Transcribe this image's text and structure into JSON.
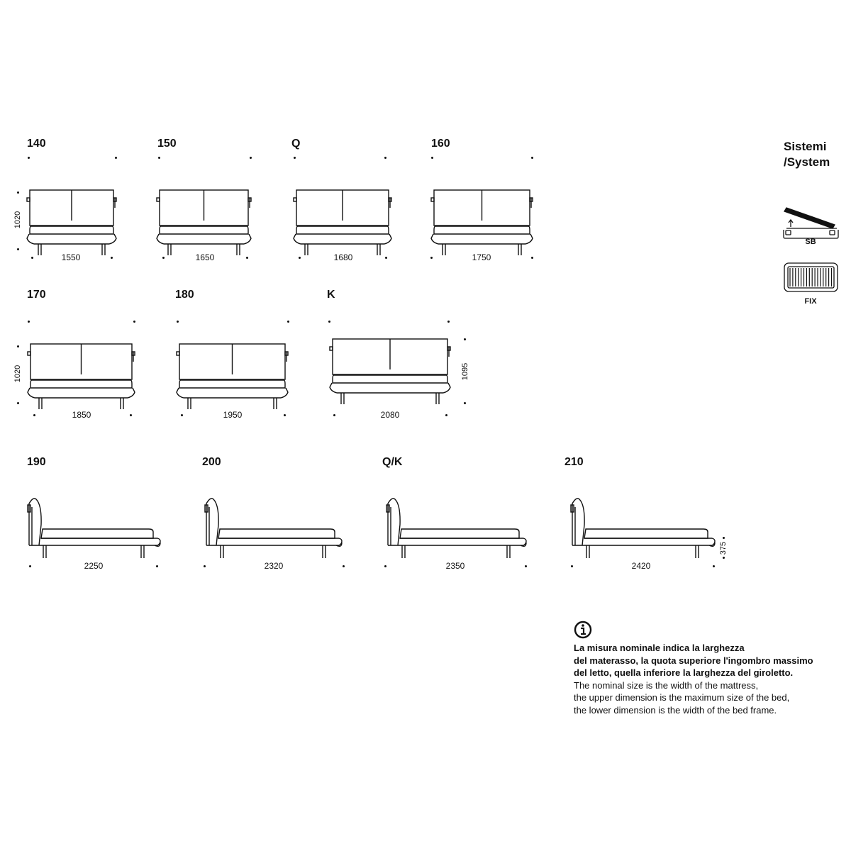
{
  "front_views": [
    {
      "label": "140",
      "width_dim": "1550",
      "height_dim": "1020"
    },
    {
      "label": "150",
      "width_dim": "1650"
    },
    {
      "label": "Q",
      "width_dim": "1680"
    },
    {
      "label": "160",
      "width_dim": "1750"
    },
    {
      "label": "170",
      "width_dim": "1850",
      "height_dim": "1020"
    },
    {
      "label": "180",
      "width_dim": "1950"
    },
    {
      "label": "K",
      "width_dim": "2080",
      "height_dim": "1095"
    }
  ],
  "side_views": [
    {
      "label": "190",
      "length_dim": "2250"
    },
    {
      "label": "200",
      "length_dim": "2320"
    },
    {
      "label": "Q/K",
      "length_dim": "2350"
    },
    {
      "label": "210",
      "length_dim": "2420",
      "frame_height_dim": "375"
    }
  ],
  "systems": {
    "title_line1": "Sistemi",
    "title_line2": "/System",
    "items": [
      {
        "code": "SB",
        "icon": "storage-bed-lift-icon"
      },
      {
        "code": "FIX",
        "icon": "fixed-slat-base-icon"
      }
    ]
  },
  "note": {
    "icon": "info-icon",
    "it_lines": [
      "La misura nominale indica la larghezza",
      "del materasso, la quota superiore l'ingombro massimo",
      "del letto, quella inferiore la larghezza del giroletto."
    ],
    "en_lines": [
      "The nominal size is the width of the mattress,",
      "the upper dimension is the maximum size of the bed,",
      "the lower dimension is the width of the bed frame."
    ]
  },
  "colors": {
    "line": "#111111",
    "background": "#ffffff"
  }
}
